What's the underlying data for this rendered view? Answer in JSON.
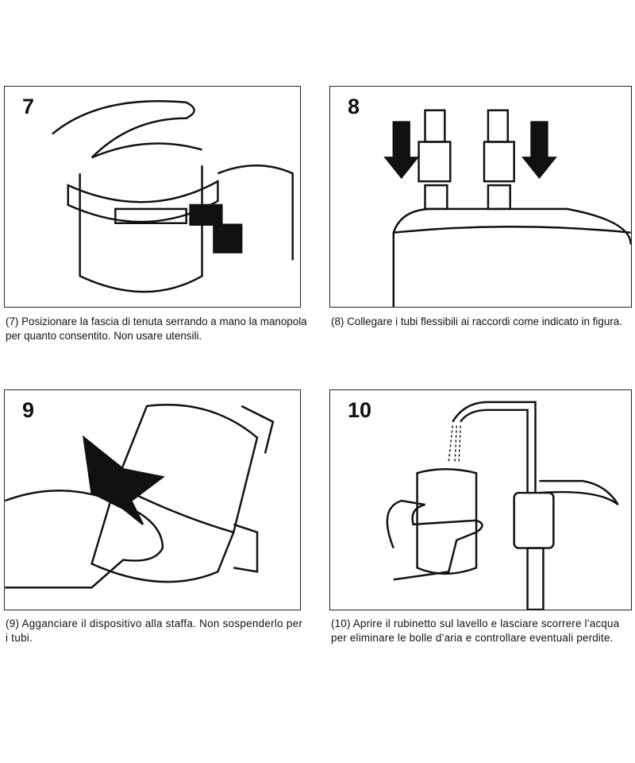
{
  "steps": [
    {
      "number": "7",
      "caption": "(7) Posizionare la fascia di tenuta serrando a mano la manopola per quanto consentito. Non usare utensili."
    },
    {
      "number": "8",
      "caption": "(8) Collegare i tubi flessibili ai raccordi come indicato in figura."
    },
    {
      "number": "9",
      "caption": "(9) Agganciare il dispositivo alla staffa. Non sospenderlo per i tubi."
    },
    {
      "number": "10",
      "caption": "(10) Aprire il rubinetto sul lavello e lasciare scorrere l’acqua per eliminare le bolle d’aria e controllare eventuali perdite."
    }
  ]
}
